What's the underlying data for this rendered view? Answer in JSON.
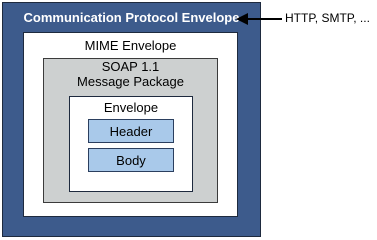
{
  "diagram": {
    "outer": {
      "label": "Communication Protocol Envelope",
      "fill": "#3d5b8c"
    },
    "mime": {
      "label": "MIME Envelope"
    },
    "soap": {
      "line1": "SOAP 1.1",
      "line2": "Message Package",
      "fill": "#cdd0d0"
    },
    "envelope": {
      "label": "Envelope"
    },
    "header": {
      "label": "Header",
      "fill": "#a9c9ea"
    },
    "body": {
      "label": "Body",
      "fill": "#a9c9ea"
    },
    "protocols": "HTTP, SMTP, ..."
  }
}
